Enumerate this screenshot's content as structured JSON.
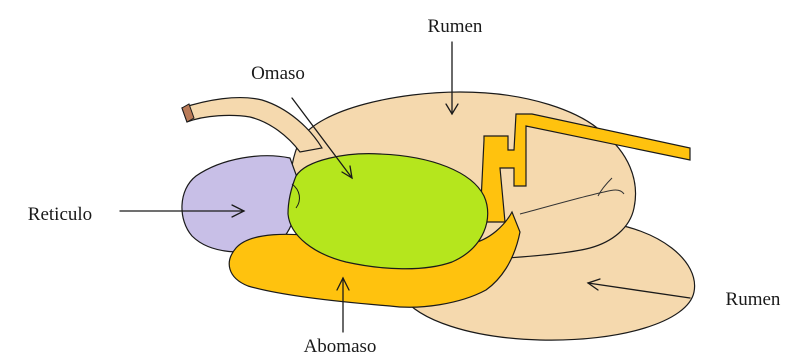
{
  "labels": {
    "rumen_top": "Rumen",
    "omaso": "Omaso",
    "reticulo": "Reticulo",
    "rumen_right": "Rumen",
    "abomaso": "Abomaso"
  },
  "colors": {
    "rumen": "#f5d9ae",
    "omaso": "#b5e61d",
    "reticulo": "#c8bfe7",
    "abomaso": "#ffc20e",
    "esophagus": "#f5d9ae",
    "esophagus_cut": "#b97a57",
    "outline": "#1a1a1a",
    "text": "#1a1a1a"
  }
}
